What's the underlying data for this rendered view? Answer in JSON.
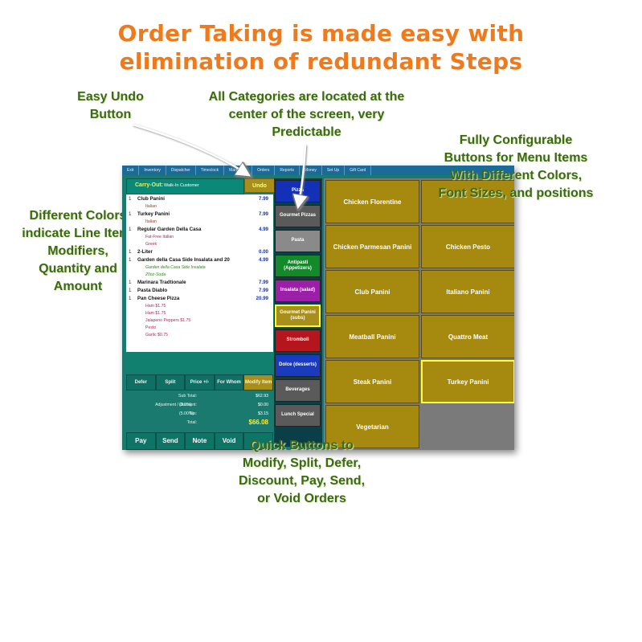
{
  "headline": {
    "line1": "Order Taking is made easy with",
    "line2": "elimination of redundant Steps"
  },
  "callouts": {
    "undo": [
      "Easy Undo",
      "Button"
    ],
    "categories": [
      "All Categories are  located at the",
      "center of the screen, very",
      "Predictable"
    ],
    "configurable": [
      "Fully Configurable",
      "Buttons for Menu Items",
      "With Different Colors,",
      "Font Sizes, and positions"
    ],
    "colors": [
      "Different Colors",
      "indicate Line Item,",
      "Modifiers,",
      "Quantity and",
      "Amount"
    ],
    "quick": [
      "Quick Buttons to",
      "Modify, Split, Defer,",
      "Discount, Pay, Send,",
      "or Void Orders"
    ]
  },
  "app": {
    "menubar": [
      "Exit",
      "Inventory",
      "Dispatcher",
      "Timeclock",
      "Marketing",
      "Orders",
      "Reports",
      "Money",
      "Set Up",
      "Gift Card"
    ],
    "carry_out_label": "Carry-Out:",
    "customer": "Walk-In Customer",
    "undo_label": "Undo",
    "order_lines": [
      {
        "qty": "1",
        "name": "Club Panini",
        "amount": "7.99"
      },
      {
        "mod": "Italian",
        "style": "italian"
      },
      {
        "qty": "1",
        "name": "Turkey Panini",
        "amount": "7.99"
      },
      {
        "mod": "Italian",
        "style": "italian"
      },
      {
        "qty": "1",
        "name": "Regular Garden Della Casa",
        "amount": "4.99"
      },
      {
        "mod": "Fat-Free Italian",
        "style": "pink"
      },
      {
        "mod": "Greek",
        "style": "pink"
      },
      {
        "qty": "1",
        "name": "2-Liter",
        "amount": "0.00"
      },
      {
        "qty": "1",
        "name": "Garden della Casa Side Insalata and 20",
        "amount": "4.99"
      },
      {
        "mod": "Garden della Casa Side Insalata",
        "style": "green"
      },
      {
        "mod": "20oz-Soda",
        "style": "green"
      },
      {
        "qty": "1",
        "name": "Marinara Tradtionale",
        "amount": "7.99"
      },
      {
        "qty": "1",
        "name": "Pasta Diablo",
        "amount": "7.99"
      },
      {
        "qty": "1",
        "name": "Pan Cheese Pizza",
        "amount": "20.99"
      },
      {
        "mod": "Ham $1.75",
        "style": "pink"
      },
      {
        "mod": "Ham $1.75",
        "style": "pink"
      },
      {
        "mod": "Jalapeno Peppers $1.75",
        "style": "pink"
      },
      {
        "mod": "Pesto",
        "style": "pink"
      },
      {
        "mod": "Garlic $0.75",
        "style": "pink"
      }
    ],
    "action_buttons": [
      "Defer",
      "Split",
      "Price +/-",
      "For Whom",
      "Modify Item"
    ],
    "totals": {
      "subtotal_label": "Sub Total:",
      "subtotal": "$62.93",
      "adjust_label": "Adjustment / Discount:",
      "adjust_pct": "(0.0%)",
      "adjust": "$0.00",
      "tax_label": "Tax:",
      "tax_pct": "(5.00%)",
      "tax": "$3.15",
      "total_label": "Total:",
      "total": "$66.08"
    },
    "bottom_buttons": [
      "Pay",
      "Send",
      "Note",
      "Void"
    ],
    "categories": [
      {
        "label": "Pizza",
        "color": "#1530b8"
      },
      {
        "label": "Gourmet Pizzas",
        "color": "#5a5a5a"
      },
      {
        "label": "Pasta",
        "color": "#8a8a8a"
      },
      {
        "label": "Antipasti (Appetizers)",
        "color": "#138a2a"
      },
      {
        "label": "Insalata (salad)",
        "color": "#9b1fa8"
      },
      {
        "label": "Gourmet Panini (subs)",
        "color": "#a88e1a"
      },
      {
        "label": "Stromboli",
        "color": "#b5151d"
      },
      {
        "label": "Dolce (desserts)",
        "color": "#1a3ac0"
      },
      {
        "label": "Beverages",
        "color": "#5a5a5a"
      },
      {
        "label": "Lunch Special",
        "color": "#5a5a5a"
      }
    ],
    "menu_items": [
      {
        "label": "Chicken Florentine",
        "selected": false
      },
      {
        "label": "",
        "selected": false
      },
      {
        "label": "Chicken Parmesan Panini",
        "selected": false
      },
      {
        "label": "Chicken Pesto",
        "selected": false
      },
      {
        "label": "Club Panini",
        "selected": false
      },
      {
        "label": "Italiano Panini",
        "selected": false
      },
      {
        "label": "Meatball Panini",
        "selected": false
      },
      {
        "label": "Quattro Meat",
        "selected": false
      },
      {
        "label": "Steak Panini",
        "selected": false
      },
      {
        "label": "Turkey Panini",
        "selected": true
      },
      {
        "label": "Vegetarian",
        "selected": false
      }
    ]
  }
}
